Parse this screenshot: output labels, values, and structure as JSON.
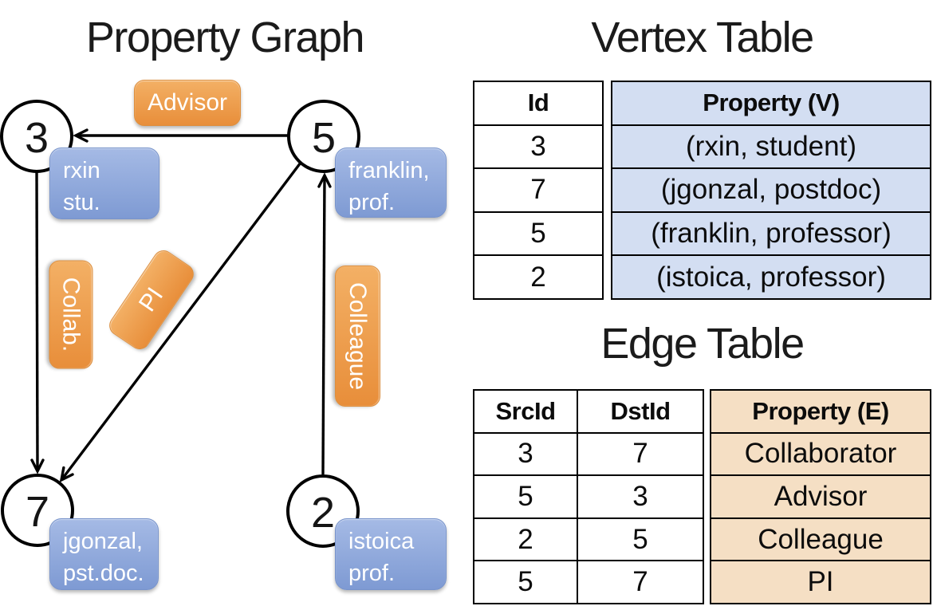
{
  "graph": {
    "title": "Property Graph",
    "nodes": [
      {
        "id": "3",
        "property_line1": "rxin",
        "property_line2": "stu."
      },
      {
        "id": "5",
        "property_line1": "franklin,",
        "property_line2": "prof."
      },
      {
        "id": "7",
        "property_line1": "jgonzal,",
        "property_line2": "pst.doc."
      },
      {
        "id": "2",
        "property_line1": "istoica",
        "property_line2": "prof."
      }
    ],
    "edges": [
      {
        "label": "Advisor",
        "src": "5",
        "dst": "3"
      },
      {
        "label": "Collab.",
        "src": "3",
        "dst": "7"
      },
      {
        "label": "PI",
        "src": "5",
        "dst": "7"
      },
      {
        "label": "Colleague",
        "src": "2",
        "dst": "5"
      }
    ]
  },
  "vertex_table": {
    "title": "Vertex Table",
    "col_id": "Id",
    "col_property": "Property (V)",
    "rows": [
      [
        "3",
        "(rxin, student)"
      ],
      [
        "7",
        "(jgonzal, postdoc)"
      ],
      [
        "5",
        "(franklin, professor)"
      ],
      [
        "2",
        "(istoica, professor)"
      ]
    ]
  },
  "edge_table": {
    "title": "Edge Table",
    "col_src": "SrcId",
    "col_dst": "DstId",
    "col_property": "Property (E)",
    "rows": [
      [
        "3",
        "7",
        "Collaborator"
      ],
      [
        "5",
        "3",
        "Advisor"
      ],
      [
        "2",
        "5",
        "Colleague"
      ],
      [
        "5",
        "7",
        "PI"
      ]
    ]
  },
  "colors": {
    "edge_label_orange_top": "#F3B065",
    "edge_label_orange_bottom": "#E88E3A",
    "vertex_label_blue_top": "#A5BAE5",
    "vertex_label_blue_bottom": "#7E9AD3",
    "vertex_property_fill": "#D3DEF2",
    "edge_property_fill": "#F5DFC4",
    "stroke": "#000000"
  }
}
